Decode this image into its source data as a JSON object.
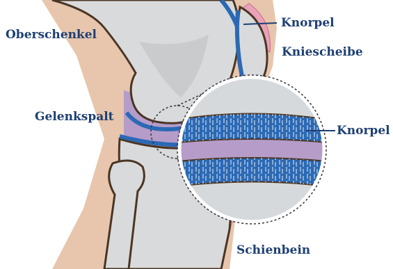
{
  "labels": {
    "oberschenkel": "Oberschenkel",
    "knorpel_top": "Knorpel",
    "kniescheibe": "Kniescheibe",
    "gelenkspalt": "Gelenkspalt",
    "knorpel_zoom": "Knorpel",
    "schienbein": "Schienbein"
  },
  "colors": {
    "label_text": "#1d3f73",
    "skin": "#e7c6ad",
    "bone": "#d9dadb",
    "bone_shadow": "#c3c5c7",
    "outline": "#4a3524",
    "cartilage": "#2b69b4",
    "joint_space": "#b59cc9",
    "pink": "#e9a3b8",
    "leader_line": "#1d3f73"
  }
}
